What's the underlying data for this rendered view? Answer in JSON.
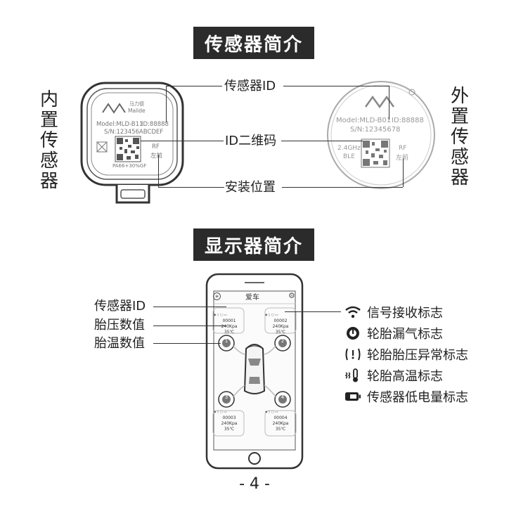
{
  "section1_title": "传感器简介",
  "section2_title": "显示器简介",
  "internal_sensor_label": "内置传感器",
  "external_sensor_label": "外置传感器",
  "callouts": {
    "sensor_id": "传感器ID",
    "qr_code": "ID二维码",
    "install_position": "安装位置"
  },
  "internal_sensor": {
    "brand_cn": "马力德",
    "brand_en": "Malide",
    "model": "Model:MLD-B11",
    "id": "ID:88888",
    "sn": "S/N:123456ABCDEF",
    "rf": "RF",
    "position": "左前",
    "material": "PA66+30%GF"
  },
  "external_sensor": {
    "model": "Model:MLD-B01",
    "id": "ID:88888",
    "sn": "S/N:12345678",
    "freq": "2.4GHz",
    "ble": "BLE",
    "rf": "RF",
    "position": "左前"
  },
  "display_labels": {
    "sensor_id": "传感器ID",
    "tire_pressure": "胎压数值",
    "tire_temp": "胎温数值"
  },
  "phone": {
    "title": "爱车",
    "tiles": [
      {
        "id": "00001",
        "pressure": "240Kpa",
        "temp": "35℃",
        "wheel": "1"
      },
      {
        "id": "00002",
        "pressure": "240Kpa",
        "temp": "35℃",
        "wheel": "2"
      },
      {
        "id": "00003",
        "pressure": "240Kpa",
        "temp": "35℃",
        "wheel": "3"
      },
      {
        "id": "00004",
        "pressure": "240Kpa",
        "temp": "35℃",
        "wheel": "4"
      }
    ]
  },
  "legend": [
    {
      "icon": "signal-icon",
      "text": "信号接收标志"
    },
    {
      "icon": "tire-leak-icon",
      "text": "轮胎漏气标志"
    },
    {
      "icon": "tire-pressure-warning-icon",
      "text": "轮胎胎压异常标志"
    },
    {
      "icon": "tire-high-temp-icon",
      "text": "轮胎高温标志"
    },
    {
      "icon": "low-battery-icon",
      "text": "传感器低电量标志"
    }
  ],
  "page_number": "- 4 -"
}
